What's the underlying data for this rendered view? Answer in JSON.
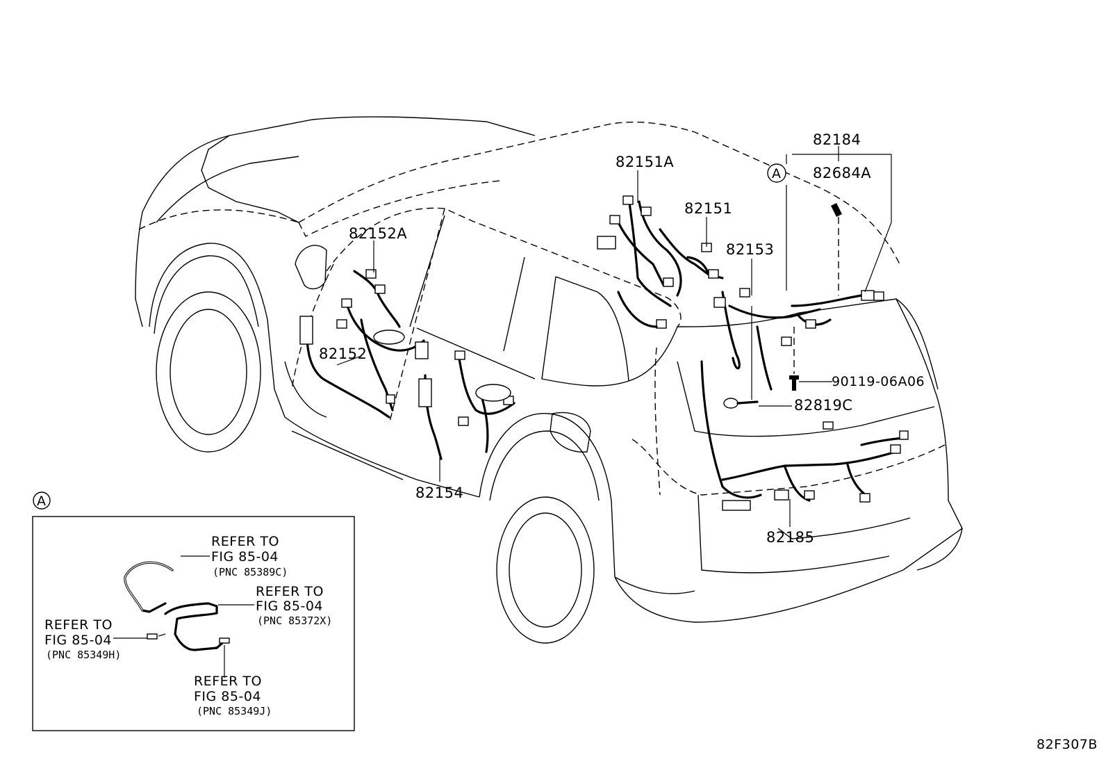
{
  "parts": {
    "p82184": "82184",
    "p82684A": "82684A",
    "p82151A": "82151A",
    "p82151": "82151",
    "p82153": "82153",
    "p82152A": "82152A",
    "p82152": "82152",
    "p82154": "82154",
    "p90119": "90119-06A06",
    "p82819C": "82819C",
    "p82185": "82185"
  },
  "callout_marker": "A",
  "detail_box": {
    "marker": "A",
    "refs": [
      {
        "line1": "REFER TO",
        "line2": "FIG 85-04",
        "pnc": "(PNC 85389C)"
      },
      {
        "line1": "REFER TO",
        "line2": "FIG 85-04",
        "pnc": "(PNC 85372X)"
      },
      {
        "line1": "REFER TO",
        "line2": "FIG 85-04",
        "pnc": "(PNC 85349H)"
      },
      {
        "line1": "REFER TO",
        "line2": "FIG 85-04",
        "pnc": "(PNC 85349J)"
      }
    ]
  },
  "figure_code": "82F307B"
}
